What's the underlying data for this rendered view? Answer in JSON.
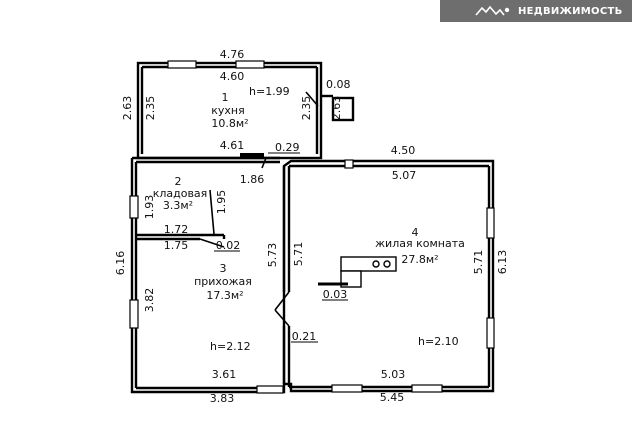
{
  "banner": {
    "text": "НЕДВИЖИМОСТЬ"
  },
  "rooms": [
    {
      "number": "1",
      "name": "кухня",
      "area": "10.8м²",
      "height": "h=1.99"
    },
    {
      "number": "2",
      "name": "кладовая",
      "area": "3.3м²"
    },
    {
      "number": "3",
      "name": "прихожая",
      "area": "17.3м²",
      "height": "h=2.12"
    },
    {
      "number": "4",
      "name": "жилая комната",
      "area": "27.8м²",
      "height": "h=2.10"
    }
  ],
  "dims": {
    "kitchen_outer_top": "4.76",
    "kitchen_inner_top": "4.60",
    "kitchen_outer_left": "2.63",
    "kitchen_inner_left": "2.35",
    "kitchen_inner_right": "2.35",
    "porch_outer": "2.63",
    "porch_width": "0.08",
    "kitchen_inner_bottom": "4.61",
    "wall_029": "0.29",
    "hall_top": "1.86",
    "pantry_height": "1.93",
    "pantry_width_right": "1.95",
    "pantry_172": "1.72",
    "pantry_175": "1.75",
    "pantry_002": "0.02",
    "left_outer": "6.16",
    "hall_left": "3.82",
    "hall_right": "5.73",
    "hall_bottom_inner": "3.61",
    "hall_bottom_outer": "3.83",
    "room_outer_top": "4.50",
    "room_inner_top": "5.07",
    "room_left": "5.71",
    "room_right_inner": "5.71",
    "room_right_outer": "6.13",
    "stove_003": "0.03",
    "wall_021": "0.21",
    "room_bottom_inner": "5.03",
    "room_bottom_outer": "5.45"
  }
}
